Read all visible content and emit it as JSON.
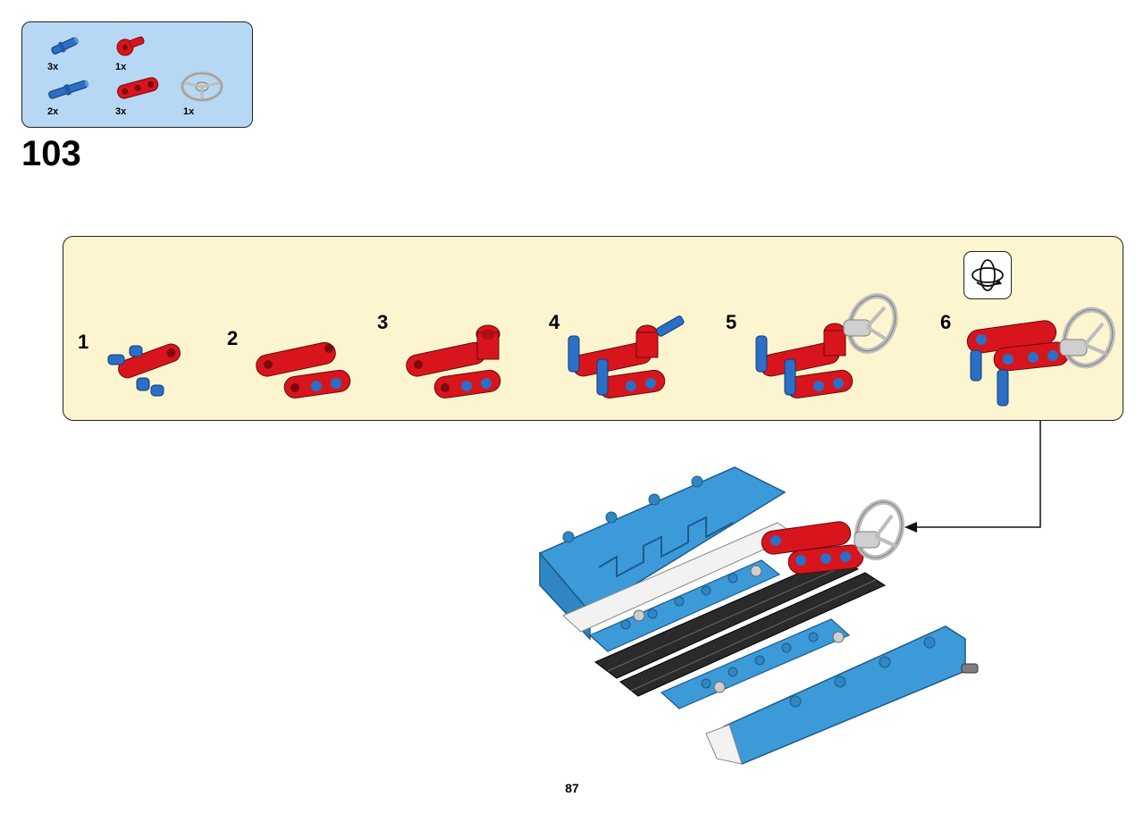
{
  "parts_list": {
    "items": [
      {
        "name": "blue-axle-pin-icon",
        "quantity": "3x",
        "color": "#2b6fc6"
      },
      {
        "name": "red-axle-connector-icon",
        "quantity": "1x",
        "color": "#d8151c"
      },
      {
        "name": "blue-long-pin-icon",
        "quantity": "2x",
        "color": "#2b6fc6"
      },
      {
        "name": "red-beam-3-icon",
        "quantity": "3x",
        "color": "#d8151c"
      },
      {
        "name": "grey-steering-wheel-icon",
        "quantity": "1x",
        "color": "#c9c9c9"
      }
    ]
  },
  "step": {
    "number": "103"
  },
  "substeps": [
    {
      "number": "1"
    },
    {
      "number": "2"
    },
    {
      "number": "3"
    },
    {
      "number": "4"
    },
    {
      "number": "5"
    },
    {
      "number": "6"
    }
  ],
  "rotate_icon": "rotate-model-icon",
  "page": {
    "number": "87"
  },
  "colors": {
    "parts_box_bg": "#b7d8f4",
    "substep_panel_bg": "#fdf5d0",
    "lego_red": "#d8151c",
    "lego_blue": "#2b6fc6",
    "model_blue": "#3d9ad8",
    "belt_black": "#2a2a2a"
  }
}
